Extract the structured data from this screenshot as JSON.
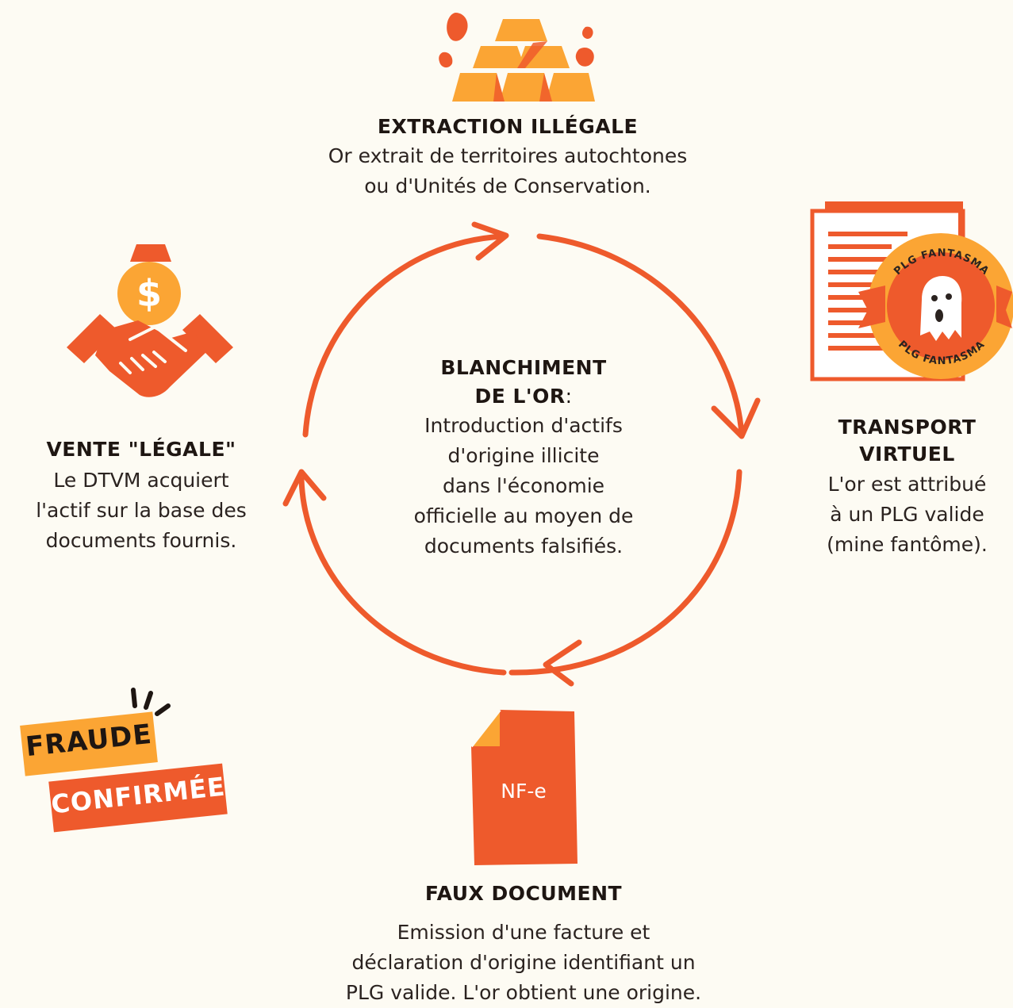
{
  "center": {
    "title_line1": "BLANCHIMENT",
    "title_line2": "DE L'OR",
    "title_suffix": ":",
    "text": "Introduction d'actifs\nd'origine illicite\ndans l'économie\nofficielle au moyen de\ndocuments falsifiés."
  },
  "steps": {
    "extraction": {
      "title": "EXTRACTION ILLÉGALE",
      "text": "Or extrait de territoires autochtones\nou d'Unités de Conservation.",
      "icon": "gold-bars-icon"
    },
    "transport": {
      "title": "TRANSPORT\nVIRTUEL",
      "text": "L'or est attribué\nà un PLG valide\n(mine fantôme).",
      "icon": "ghost-document-icon",
      "stamp_text_top": "PLG FANTASMA",
      "stamp_text_bottom": "PLG FANTASMA"
    },
    "document": {
      "title": "FAUX DOCUMENT",
      "text": "Emission d'une facture et\ndéclaration d'origine identifiant un\nPLG valide. L'or obtient une origine.",
      "icon": "invoice-document-icon",
      "doc_label": "NF-e"
    },
    "sale": {
      "title": "VENTE \"LÉGALE\"",
      "text": "Le DTVM acquiert\nl'actif sur la base des\ndocuments fournis.",
      "icon": "handshake-money-icon"
    }
  },
  "badge": {
    "line1": "FRAUDE",
    "line2": "CONFIRMÉE"
  },
  "colors": {
    "background": "#fdfbf3",
    "accent_orange": "#ee5a2c",
    "accent_yellow": "#fba534",
    "text_dark": "#1e1612"
  }
}
